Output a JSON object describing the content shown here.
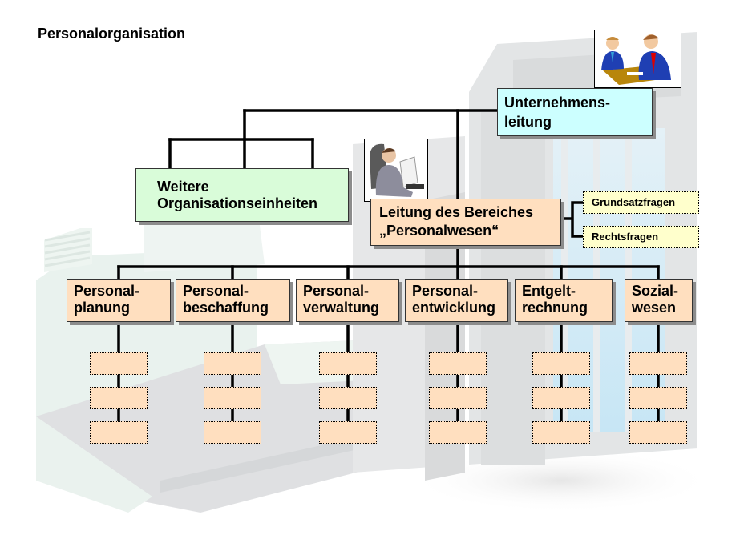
{
  "title": "Personalorganisation",
  "top": {
    "line1": "Unternehmens-",
    "line2": "leitung"
  },
  "other_units": {
    "line1": "Weitere",
    "line2": "Organisationseinheiten"
  },
  "hr_head": {
    "line1": "Leitung des Bereiches",
    "line2": "„Personalwesen“"
  },
  "staff": [
    {
      "label": "Grundsatzfragen"
    },
    {
      "label": "Rechtsfragen"
    }
  ],
  "departments": [
    {
      "line1": "Personal-",
      "line2": "planung"
    },
    {
      "line1": "Personal-",
      "line2": "beschaffung"
    },
    {
      "line1": "Personal-",
      "line2": "verwaltung"
    },
    {
      "line1": "Personal-",
      "line2": "entwicklung"
    },
    {
      "line1": "Entgelt-",
      "line2": "rechnung"
    },
    {
      "line1": "Sozial-",
      "line2": "wesen"
    }
  ],
  "sub_units_per_department": 3,
  "icons": {
    "meeting": "business-meeting-icon",
    "manager": "manager-reading-icon"
  },
  "colors": {
    "peach": "#ffdfbf",
    "cyan": "#ccffff",
    "green": "#d9fcd9",
    "note": "#ffffcc"
  }
}
